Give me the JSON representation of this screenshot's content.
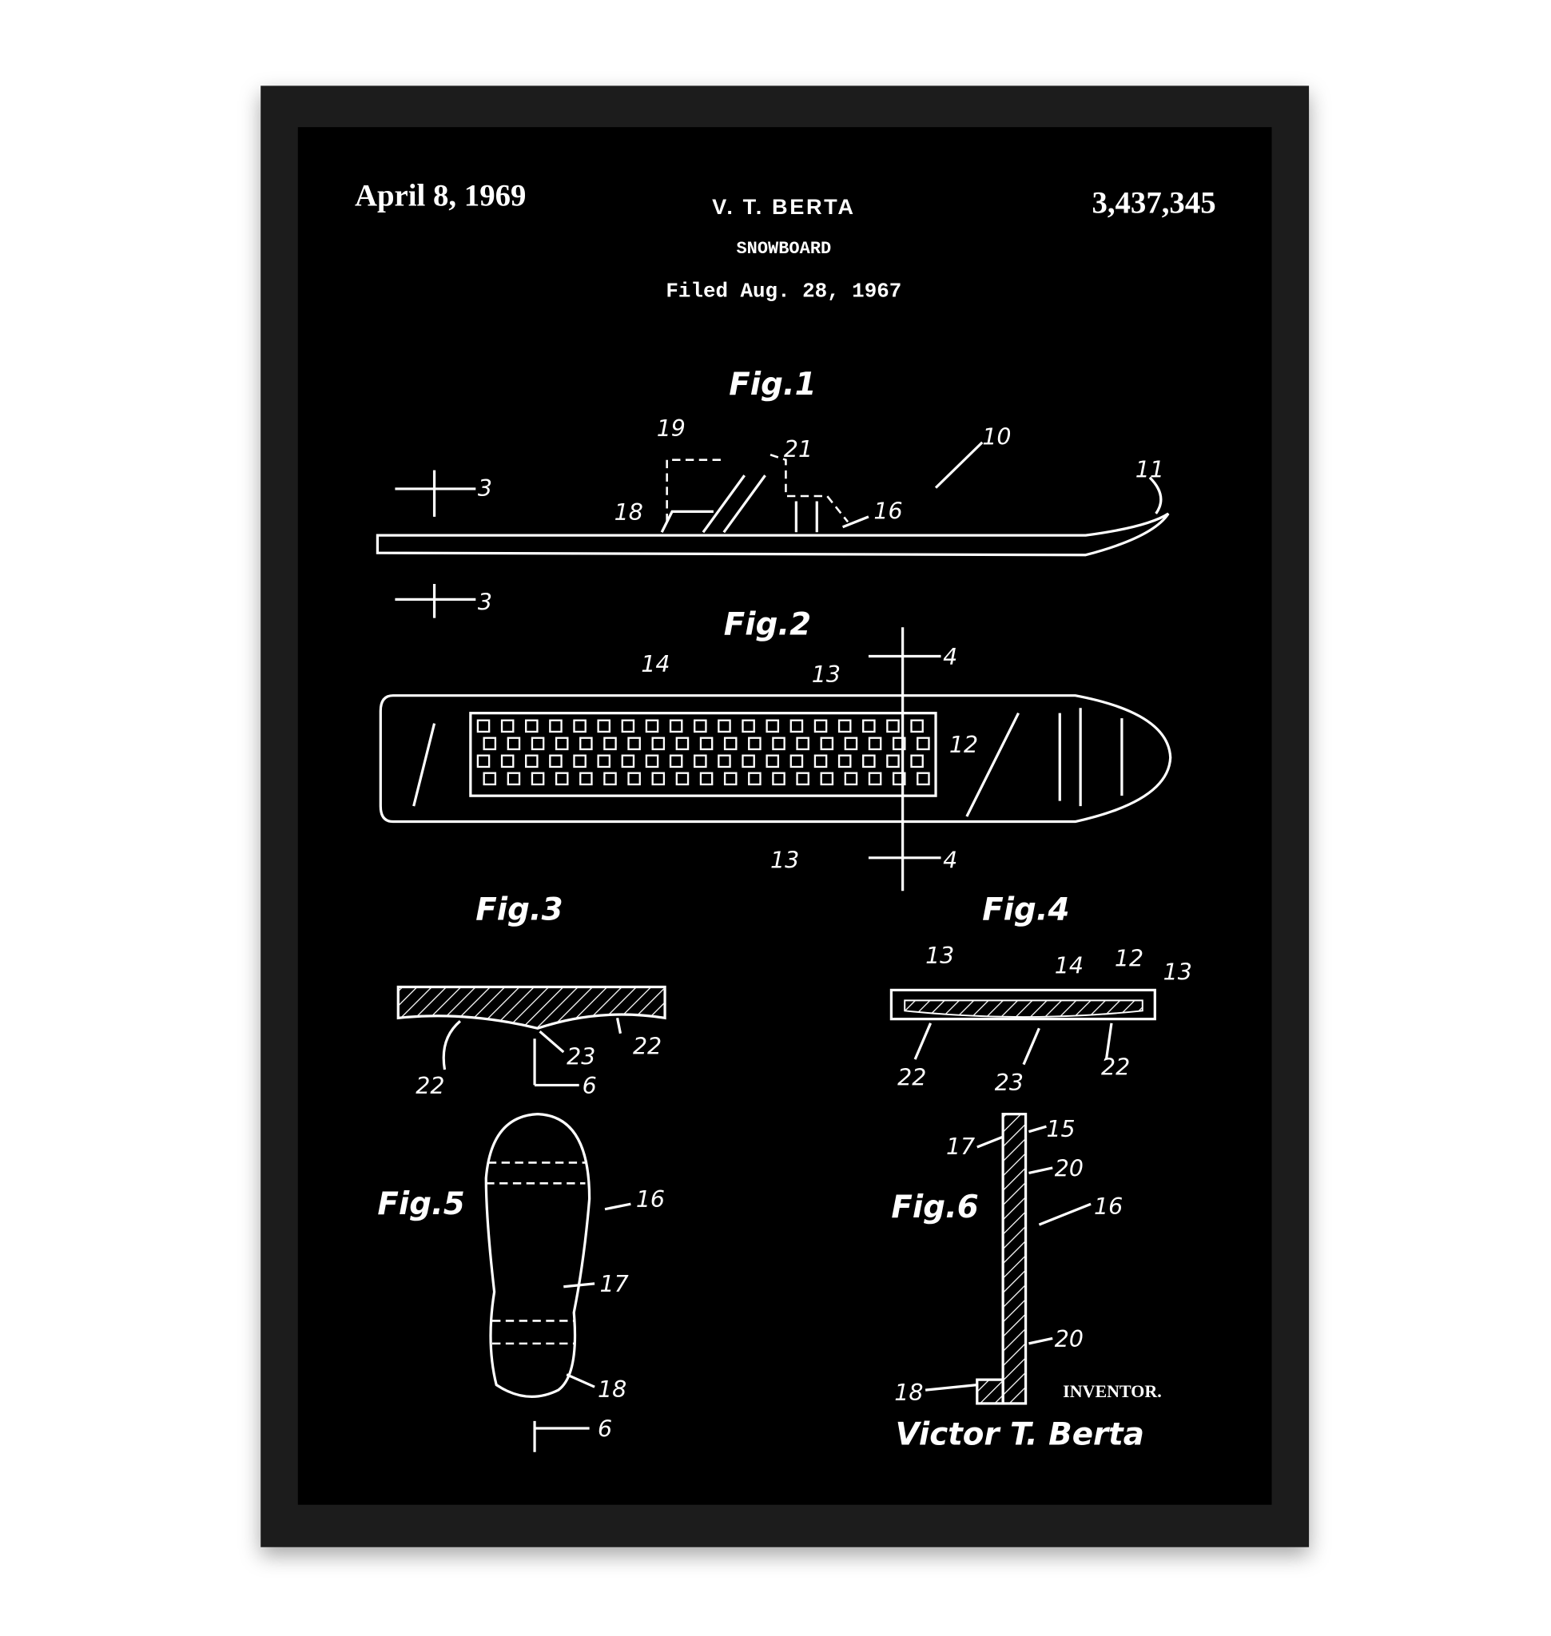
{
  "header": {
    "date": "April 8, 1969",
    "inventor_short": "V. T. BERTA",
    "title": "SNOWBOARD",
    "filed": "Filed Aug. 28, 1967",
    "patent_number": "3,437,345"
  },
  "fig1": {
    "label": "Fig.1",
    "refs": [
      "19",
      "21",
      "10",
      "11",
      "18",
      "16",
      "3",
      "3"
    ]
  },
  "fig2": {
    "label": "Fig.2",
    "refs": [
      "14",
      "13",
      "12",
      "13",
      "4",
      "4"
    ]
  },
  "fig3": {
    "label": "Fig.3",
    "refs": [
      "22",
      "23",
      "22",
      "6"
    ]
  },
  "fig4": {
    "label": "Fig.4",
    "refs": [
      "13",
      "14",
      "12",
      "13",
      "22",
      "23",
      "22"
    ]
  },
  "fig5": {
    "label": "Fig.5",
    "refs": [
      "16",
      "17",
      "18",
      "6"
    ]
  },
  "fig6": {
    "label": "Fig.6",
    "refs": [
      "17",
      "15",
      "20",
      "16",
      "20",
      "18"
    ]
  },
  "footer": {
    "inventor_label": "INVENTOR.",
    "signature": "Victor T. Berta"
  },
  "colors": {
    "frame": "#1c1c1c",
    "poster": "#000000",
    "ink": "#ffffff"
  }
}
